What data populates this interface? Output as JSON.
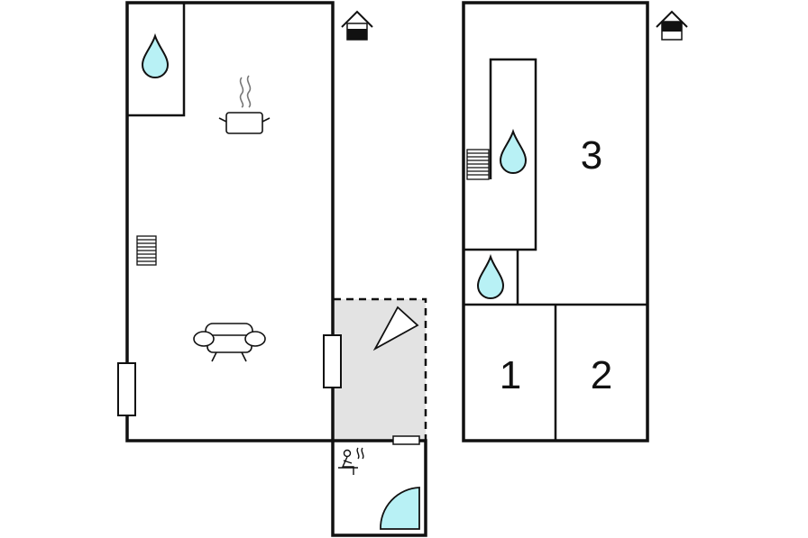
{
  "rooms": {
    "bedroom_1": {
      "number": "1"
    },
    "bedroom_2": {
      "number": "2"
    },
    "bedroom_3": {
      "number": "3"
    }
  },
  "colors": {
    "wall": "#111111",
    "water": "#b8f1f5",
    "terrace": "#e3e3e3",
    "background": "#ffffff"
  },
  "icons": {
    "floor_marker": "house-floor-icon",
    "water": "water-drop-icon",
    "kitchen": "cooking-pot-icon",
    "stairs": "stairs-icon",
    "living": "sofa-icon",
    "sauna": "sauna-icon",
    "shower": "shower-icon",
    "terrace": "terrace-triangle-icon",
    "window": "window-icon"
  }
}
